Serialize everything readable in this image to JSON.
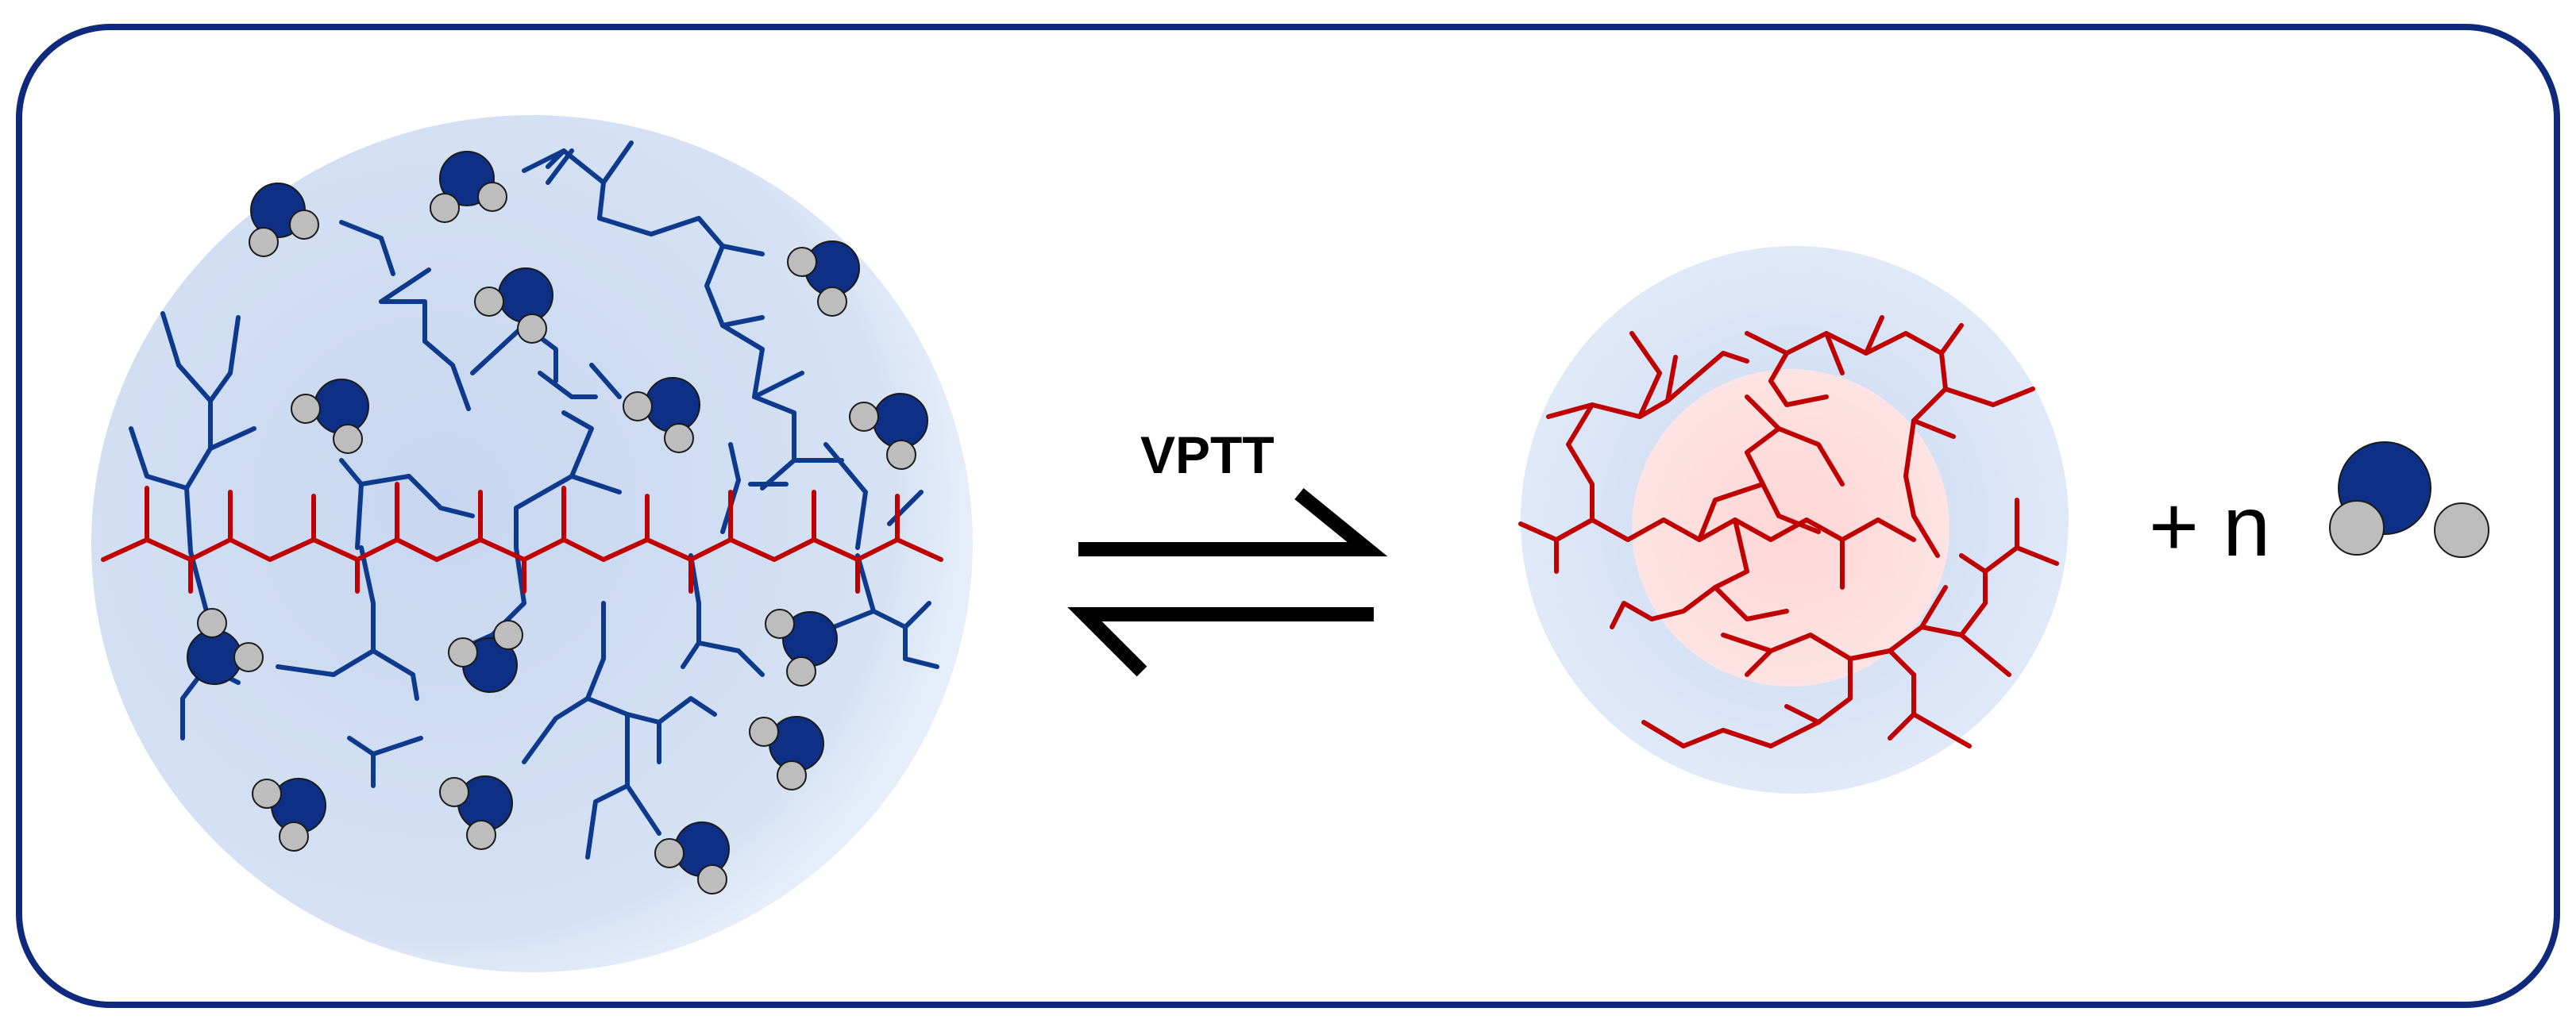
{
  "labels": {
    "transition": "VPTT",
    "product_coefficient": "+ n"
  },
  "colors": {
    "frame": "#0f2a7c",
    "hydrophilic_chain": "#0d3a8c",
    "hydrophobic_chain": "#c00000",
    "water_oxygen": "#0d2f86",
    "water_hydrogen": "#bdbdbd",
    "swollen_sphere": "#c9d8f0",
    "collapsed_core": "#ffd9d9",
    "arrow": "#000000"
  },
  "states": {
    "swollen": {
      "description_icon": "swollen-hydrogel-particle"
    },
    "collapsed": {
      "description_icon": "collapsed-hydrogel-particle"
    }
  },
  "released_species": {
    "icon": "water-molecule-icon"
  }
}
